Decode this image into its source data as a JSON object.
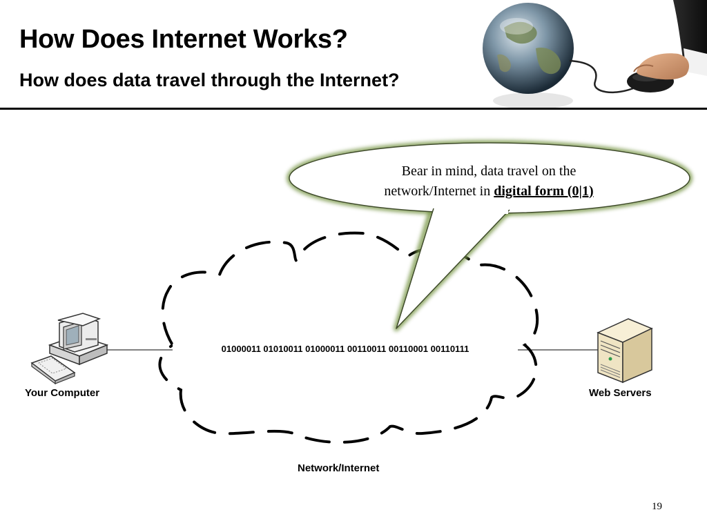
{
  "slide": {
    "title": "How Does Internet Works?",
    "subtitle": "How does data travel through the Internet?",
    "page_number": "19"
  },
  "callout": {
    "text_line1": "Bear in mind, data travel on the",
    "text_line2_prefix": "network/Internet in ",
    "text_line2_emphasis": "digital form (0|1)"
  },
  "diagram": {
    "binary_stream": "01000011 01010011 01000011 00110011 00110001 00110111",
    "left_node_label": "Your Computer",
    "right_node_label": "Web Servers",
    "cloud_label": "Network/Internet"
  },
  "colors": {
    "bubble_glow": "#7d9a4e",
    "bubble_fill": "#ffffff",
    "dash": "#000000",
    "text": "#000000"
  },
  "icons": [
    "globe-icon",
    "hand-mouse-icon",
    "desktop-computer-icon",
    "server-icon",
    "keyboard-icon"
  ]
}
